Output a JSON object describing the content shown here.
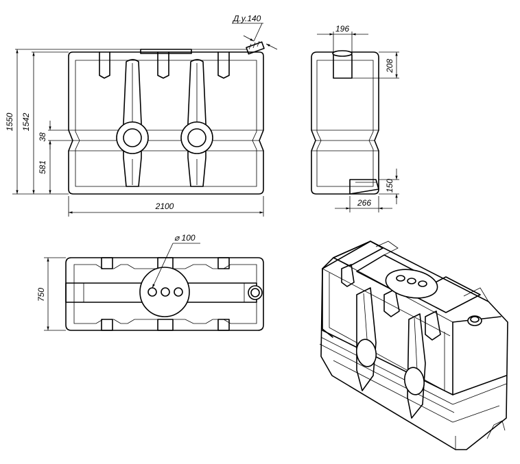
{
  "dimensions": {
    "height_total": "1550",
    "height_body": "1542",
    "band_height": "38",
    "lower_height": "581",
    "length": "2100",
    "width": "750",
    "nozzle_label": "Д.у.140",
    "hatch_width": "196",
    "hatch_height": "208",
    "outlet_height": "150",
    "outlet_width": "266",
    "hole_diameter": "⌀ 100"
  }
}
